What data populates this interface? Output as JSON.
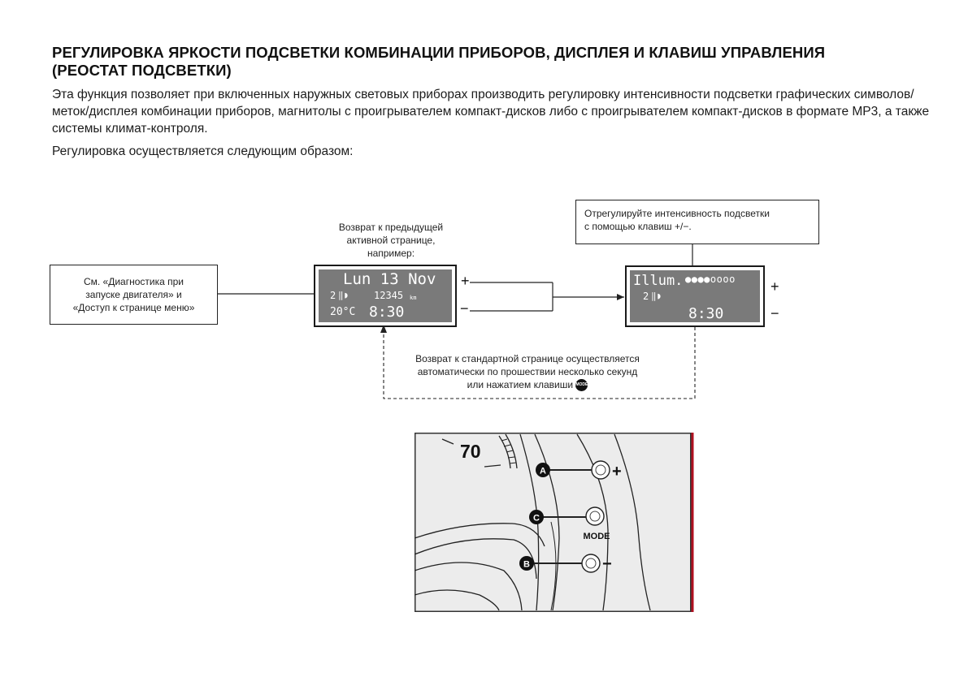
{
  "header": {
    "title_line1": "РЕГУЛИРОВКА ЯРКОСТИ ПОДСВЕТКИ КОМБИНАЦИИ ПРИБОРОВ, ДИСПЛЕЯ И КЛАВИШ УПРАВЛЕНИЯ",
    "title_line2": "(РЕОСТАТ ПОДСВЕТКИ)"
  },
  "body": {
    "paragraph1": "Эта функция позволяет при включенных наружных световых приборах производить регулировку интенсивности подсветки графических символов/меток/дисплея комбинации приборов, магнитолы с проигрывателем компакт-дисков либо с проигрывателем компакт-дисков в формате MP3, а также системы климат-контроля.",
    "paragraph2": "Регулировка осуществляется следующим образом:"
  },
  "diagram": {
    "ref_box": {
      "line1": "См. «Диагностика при",
      "line2": "запуске двигателя» и",
      "line3": "«Доступ к странице меню»"
    },
    "return_previous": {
      "line1": "Возврат к предыдущей",
      "line2": "активной странице,",
      "line3": "например:"
    },
    "adjust_box": {
      "line1": "Отрегулируйте интенсивность подсветки",
      "line2": "с помощью клавиш +/−."
    },
    "return_standard": {
      "line1": "Возврат к стандартной странице осуществляется",
      "line2": "автоматически по прошествии несколько секунд",
      "line3": "или нажатием клавиши"
    },
    "mode_key_glyph": "MODE",
    "plus": "+",
    "minus": "−",
    "display_left": {
      "row1": "Lun 13 Nov",
      "row2_gear": "2",
      "row2_odo": "12345",
      "row2_unit": "km",
      "row3_temp": "20°C",
      "row3_time": "8:30"
    },
    "display_right": {
      "row1_label": "Illum.",
      "row2_gear": "2",
      "row3_time": "8:30",
      "illum_level": 4,
      "illum_total": 8
    }
  },
  "panel": {
    "speed_label": "70",
    "key_a": "A",
    "key_b": "B",
    "key_c": "C",
    "plus_sign": "+",
    "minus_sign": "−",
    "mode_label": "MODE"
  },
  "colors": {
    "lcd_background": "#7a7a7a",
    "accent_edge": "#b01020"
  }
}
